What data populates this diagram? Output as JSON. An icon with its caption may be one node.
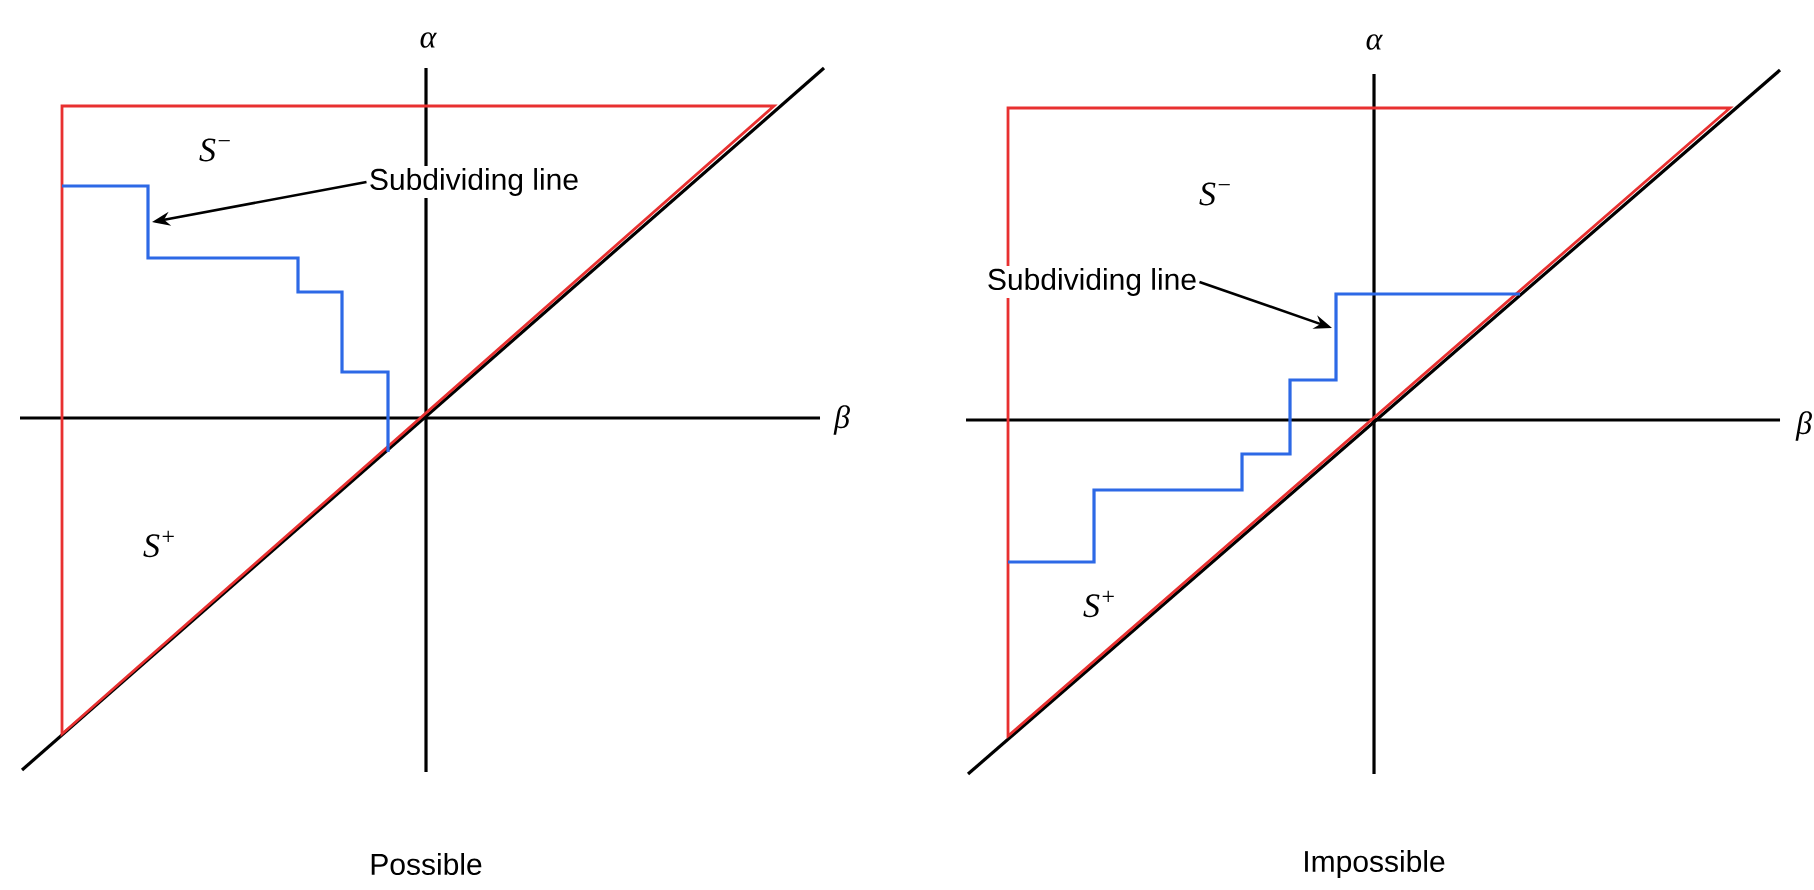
{
  "diagram": {
    "nodes": [
      {
        "text": [
          "Subdividing line"
        ]
      },
      {
        "text": [
          "Subdividing line"
        ]
      }
    ],
    "edges": [
      {
        "from": 0,
        "to": null,
        "arrow": "to"
      },
      {
        "from": 1,
        "to": null,
        "arrow": "to"
      }
    ],
    "labels": [
      "α",
      "β",
      "S$^{−}$",
      "S$^{+}$",
      "Possible",
      "α",
      "β",
      "S$^{−}$",
      "S$^{+}$",
      "Impossible"
    ]
  }
}
